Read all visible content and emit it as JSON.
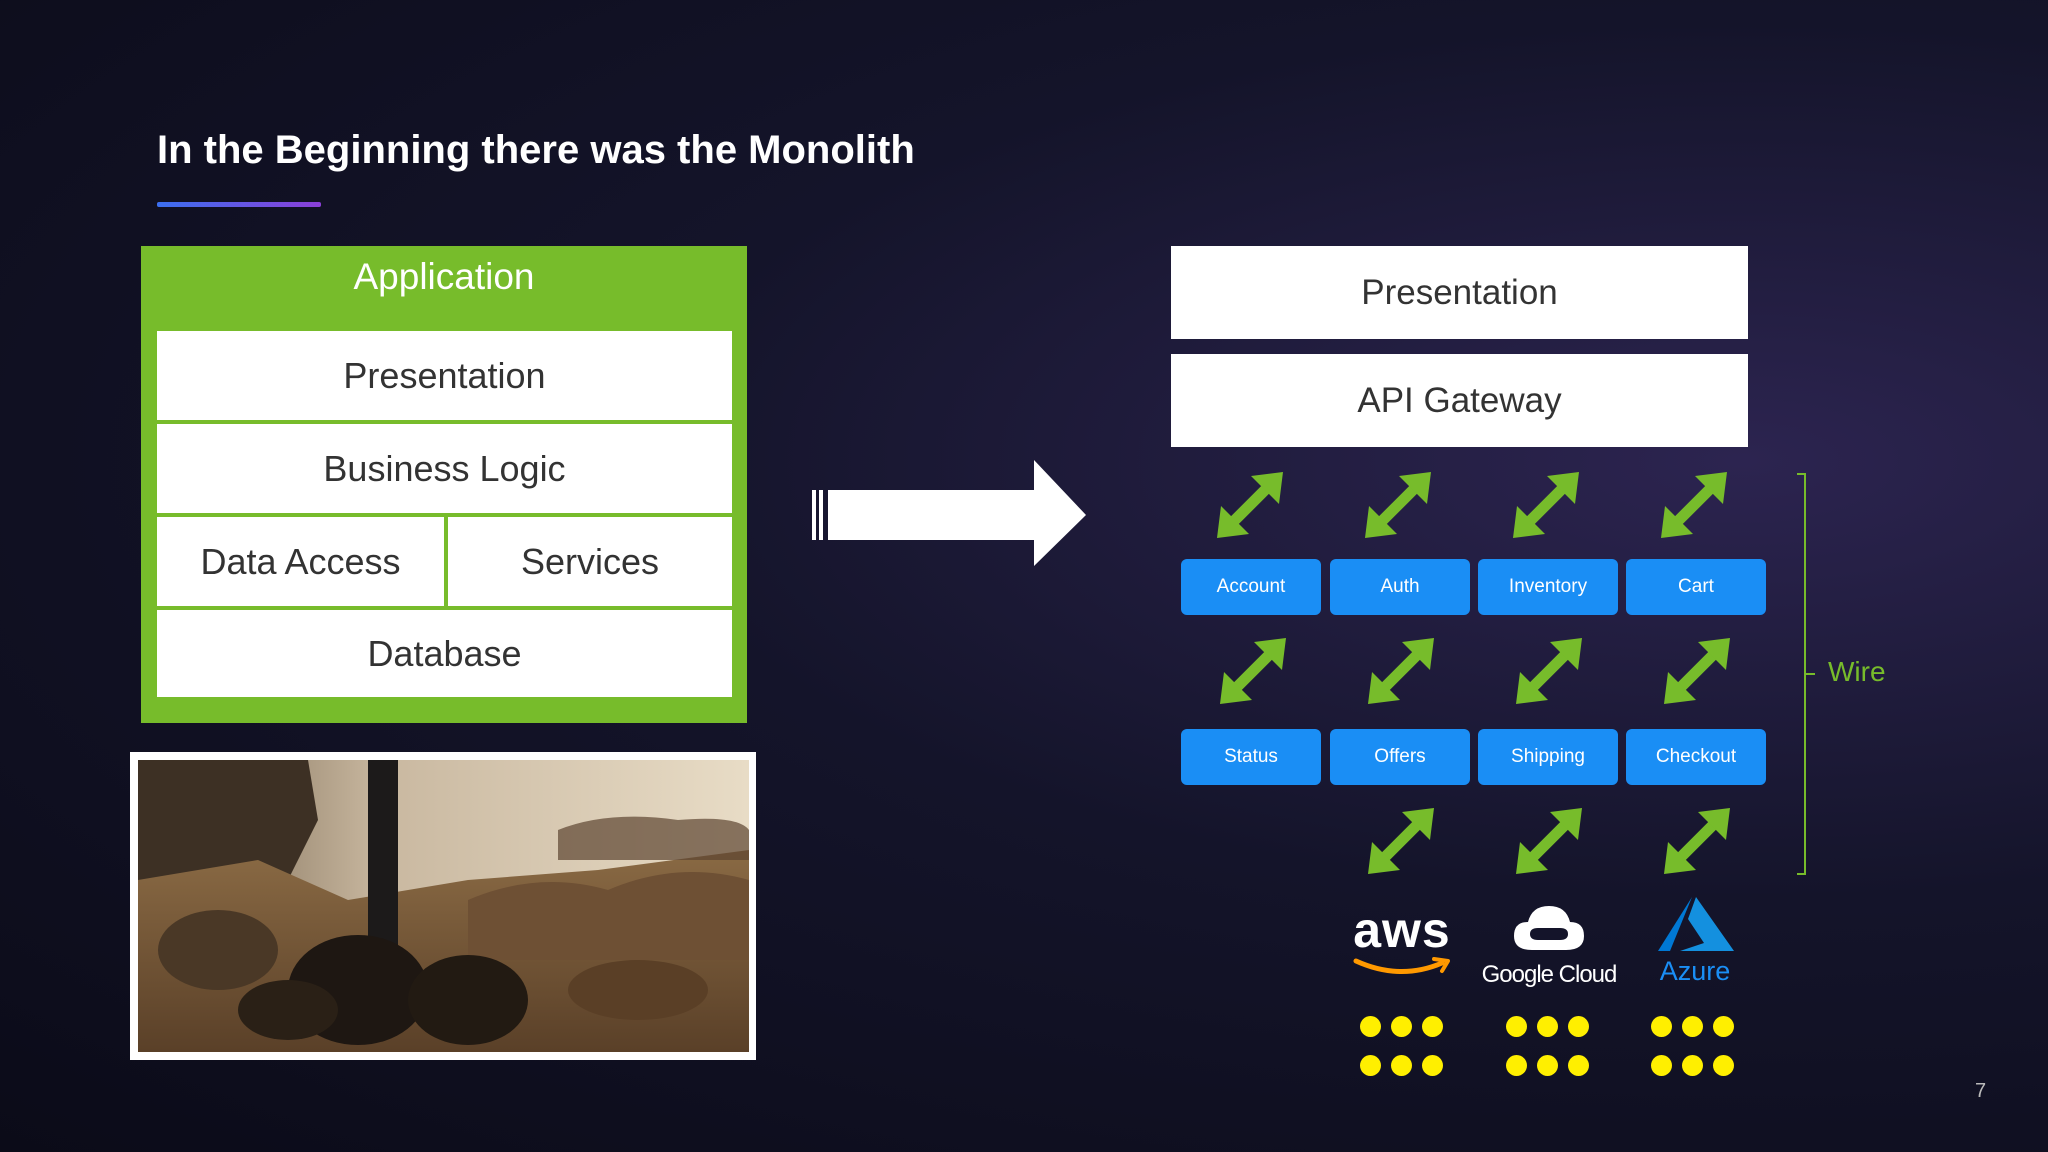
{
  "slide": {
    "title": "In the Beginning there was the Monolith",
    "page_number": "7"
  },
  "monolith": {
    "container_label": "Application",
    "layers": {
      "presentation": "Presentation",
      "business_logic": "Business Logic",
      "data_access": "Data Access",
      "services": "Services",
      "database": "Database"
    }
  },
  "microservices": {
    "presentation": "Presentation",
    "api_gateway": "API Gateway",
    "row1": [
      "Account",
      "Auth",
      "Inventory",
      "Cart"
    ],
    "row2": [
      "Status",
      "Offers",
      "Shipping",
      "Checkout"
    ],
    "wire_label": "Wire"
  },
  "clouds": {
    "aws": "aws",
    "google": "Google Cloud",
    "azure": "Azure"
  },
  "colors": {
    "accent_green": "#77bc2b",
    "service_blue": "#1a8ef5",
    "dot_yellow": "#ffef00",
    "azure_blue": "#0078d4",
    "aws_orange": "#ff9900"
  }
}
